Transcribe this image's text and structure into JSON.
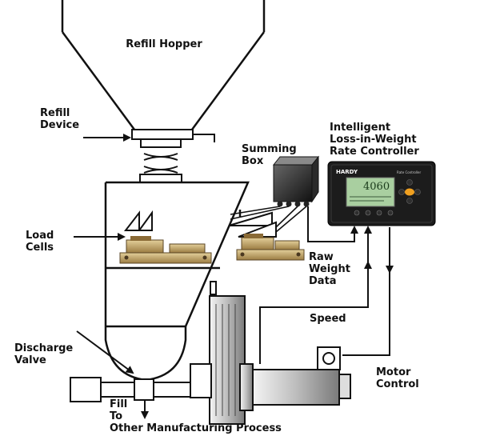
{
  "labels": {
    "refill_hopper": "Refill Hopper",
    "refill_device": [
      "Refill",
      "Device"
    ],
    "summing_box": [
      "Summing",
      "Box"
    ],
    "controller": [
      "Intelligent",
      "Loss-in-Weight",
      "Rate Controller"
    ],
    "load_cells": [
      "Load",
      "Cells"
    ],
    "raw_weight_data": [
      "Raw",
      "Weight",
      "Data"
    ],
    "speed": "Speed",
    "discharge_valve": [
      "Discharge",
      "Valve"
    ],
    "motor_control": [
      "Motor",
      "Control"
    ],
    "fill_to": [
      "Fill",
      "To"
    ],
    "other_process": "Other Manufacturing Process"
  },
  "controller_device": {
    "brand": "HARDY",
    "model": "Rate Controller",
    "display_value": "4060"
  },
  "colors": {
    "outline": "#111111",
    "device_body": "#1c1c1c",
    "lcd": "#a9cfa0",
    "accent_button": "#f0a020",
    "load_cell": "#c8a96a"
  }
}
